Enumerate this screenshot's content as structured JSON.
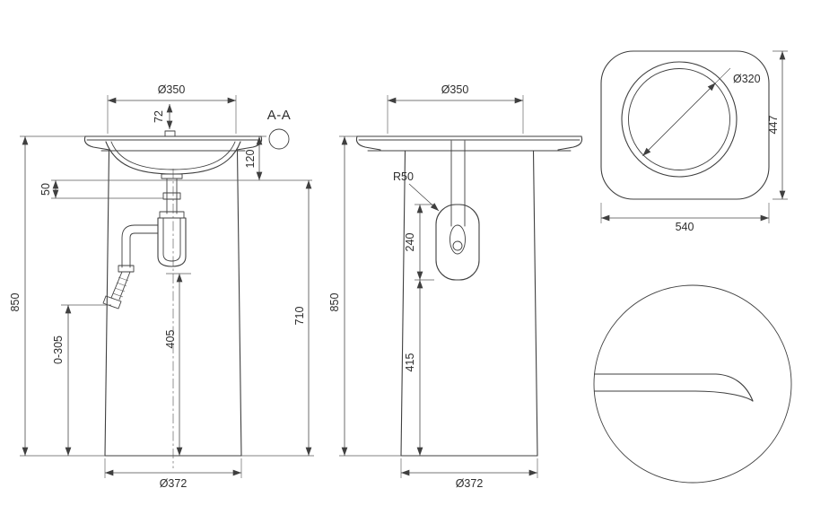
{
  "style": {
    "background": "#ffffff",
    "line_color": "#3f3f3f",
    "text_color": "#2e2e2e"
  },
  "front_view": {
    "section_label": "A-A",
    "dim_top_width": "Ø350",
    "dim_hole_offset": "72",
    "dim_rim_height": "120",
    "dim_overflow_height": "50",
    "dim_overall_height": "850",
    "dim_outlet_range": "0-305",
    "dim_trap_height": "405",
    "dim_body_height": "710",
    "dim_base_width": "Ø372"
  },
  "side_view": {
    "dim_top_width": "Ø350",
    "dim_fillet_radius": "R50",
    "dim_recess_height": "240",
    "dim_overall_height": "850",
    "dim_lower_height": "415",
    "dim_base_width": "Ø372"
  },
  "top_view": {
    "dim_bowl_diameter": "Ø320",
    "dim_depth": "447",
    "dim_width": "540"
  }
}
